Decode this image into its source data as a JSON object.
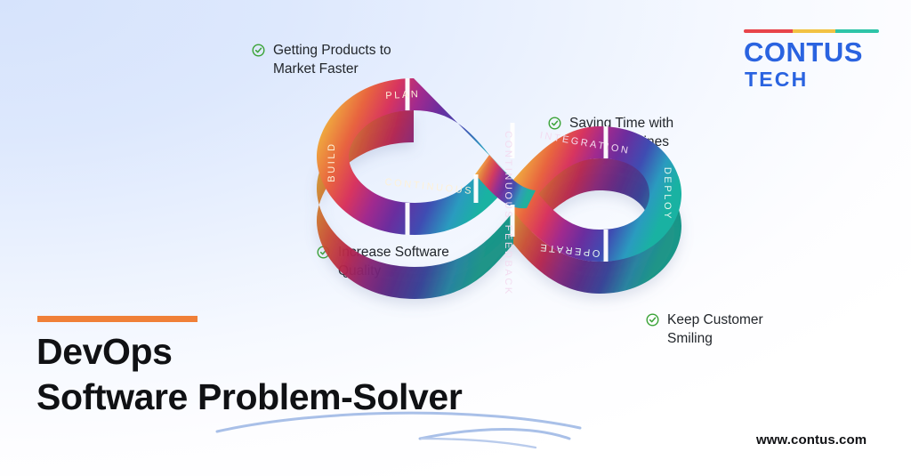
{
  "brand": {
    "logo_line1": "CONTUS",
    "logo_line2": "TECH",
    "bar_colors": [
      "#e8444a",
      "#f2c243",
      "#2ec4a8"
    ],
    "logo_color": "#2a63e0"
  },
  "title": {
    "rule_color": "#f08038",
    "heading": "DevOps\nSoftware Problem-Solver"
  },
  "footer": {
    "url": "www.contus.com"
  },
  "bullets": [
    {
      "icon": "check-circle-icon",
      "text": "Getting Products to\nMarket Faster",
      "color": "#3aa336"
    },
    {
      "icon": "check-circle-icon",
      "text": "Saving Time with\nSmart Machines",
      "color": "#3aa336"
    },
    {
      "icon": "check-circle-icon",
      "text": "Increase Software\nQuality",
      "color": "#3aa336"
    },
    {
      "icon": "check-circle-icon",
      "text": "Keep Customer\nSmiling",
      "color": "#3aa336"
    }
  ],
  "diagram": {
    "name": "devops-infinity-loop",
    "stages": [
      {
        "key": "plan",
        "label": "PLAN"
      },
      {
        "key": "build",
        "label": "BUILD"
      },
      {
        "key": "continuous",
        "label": "CONTINUOUS"
      },
      {
        "key": "continuous_feedback",
        "label": "CONTINUOUS FEEDBACK"
      },
      {
        "key": "integration",
        "label": "INTEGRATION"
      },
      {
        "key": "deploy",
        "label": "DEPLOY"
      },
      {
        "key": "operate",
        "label": "OPERATE"
      }
    ],
    "gradient_stops": [
      "#f2cf4e",
      "#efa83f",
      "#e8643f",
      "#d8355f",
      "#a12a8e",
      "#6b2d9e",
      "#3f4cb2",
      "#2a9bbf",
      "#19b2a2"
    ]
  },
  "decor": {
    "swoosh_color": "#a9c0e8"
  }
}
